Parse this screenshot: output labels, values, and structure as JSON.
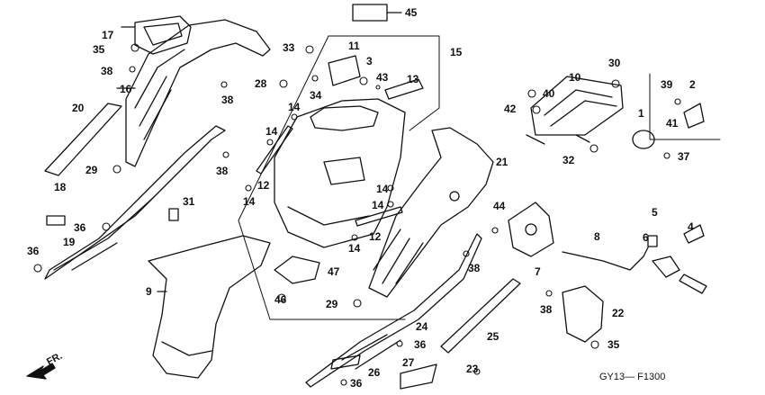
{
  "diagram": {
    "figure_code": "GY13— F1300",
    "direction_label": "FR.",
    "callouts": {
      "c1": "1",
      "c2": "2",
      "c3": "3",
      "c4": "4",
      "c5": "5",
      "c6": "6",
      "c7": "7",
      "c8": "8",
      "c9": "9",
      "c10": "10",
      "c11": "11",
      "c12a": "12",
      "c12b": "12",
      "c13": "13",
      "c14a": "14",
      "c14b": "14",
      "c14c": "14",
      "c14d": "14",
      "c14e": "14",
      "c15": "15",
      "c16": "16",
      "c17": "17",
      "c18": "18",
      "c19": "19",
      "c20": "20",
      "c21": "21",
      "c22": "22",
      "c23": "23",
      "c24": "24",
      "c25": "25",
      "c26": "26",
      "c27": "27",
      "c28": "28",
      "c29a": "29",
      "c29b": "29",
      "c30": "30",
      "c31": "31",
      "c32": "32",
      "c33": "33",
      "c34": "34",
      "c35a": "35",
      "c35b": "35",
      "c36a": "36",
      "c36b": "36",
      "c36c": "36",
      "c36d": "36",
      "c37": "37",
      "c38a": "38",
      "c38b": "38",
      "c38c": "38",
      "c38d": "38",
      "c38e": "38",
      "c39": "39",
      "c40": "40",
      "c41": "41",
      "c42": "42",
      "c43": "43",
      "c44": "44",
      "c45": "45",
      "c46": "46",
      "c47": "47"
    }
  }
}
